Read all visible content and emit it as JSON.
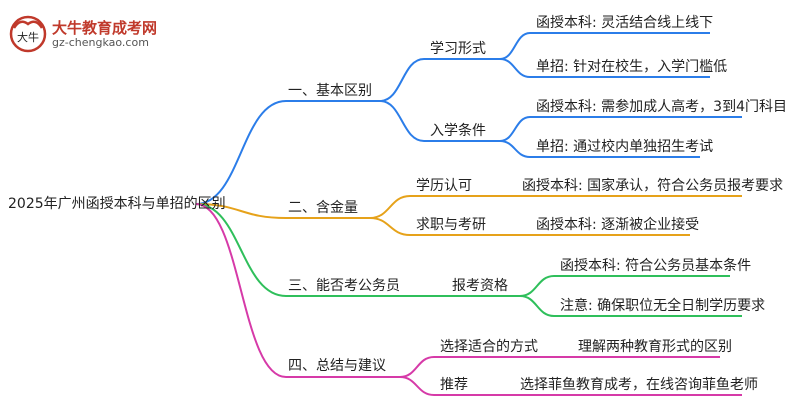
{
  "logo": {
    "title": "大牛教育成考网",
    "url": "gz-chengkao.com",
    "mark_text": "大牛"
  },
  "root": "2025年广州函授本科与单招的区别",
  "colors": {
    "blue": "#2b7de9",
    "orange": "#e6a21a",
    "green": "#2fbf5b",
    "magenta": "#d63aa8"
  },
  "branches": [
    {
      "label": "一、基本区别",
      "color": "blue",
      "subs": [
        {
          "label": "学习形式",
          "leaves": [
            "函授本科: 灵活结合线上线下",
            "单招: 针对在校生，入学门槛低"
          ]
        },
        {
          "label": "入学条件",
          "leaves": [
            "函授本科: 需参加成人高考，3到4门科目",
            "单招: 通过校内单独招生考试"
          ]
        }
      ]
    },
    {
      "label": "二、含金量",
      "color": "orange",
      "subs": [
        {
          "label": "学历认可",
          "leaves": [
            "函授本科: 国家承认，符合公务员报考要求"
          ]
        },
        {
          "label": "求职与考研",
          "leaves": [
            "函授本科: 逐渐被企业接受"
          ]
        }
      ]
    },
    {
      "label": "三、能否考公务员",
      "color": "green",
      "subs": [
        {
          "label": "报考资格",
          "leaves": [
            "函授本科: 符合公务员基本条件",
            "注意: 确保职位无全日制学历要求"
          ]
        }
      ]
    },
    {
      "label": "四、总结与建议",
      "color": "magenta",
      "subs": [
        {
          "label": "选择适合的方式",
          "leaves": [
            "理解两种教育形式的区别"
          ]
        },
        {
          "label": "推荐",
          "leaves": [
            "选择菲鱼教育成考，在线咨询菲鱼老师"
          ]
        }
      ]
    }
  ]
}
